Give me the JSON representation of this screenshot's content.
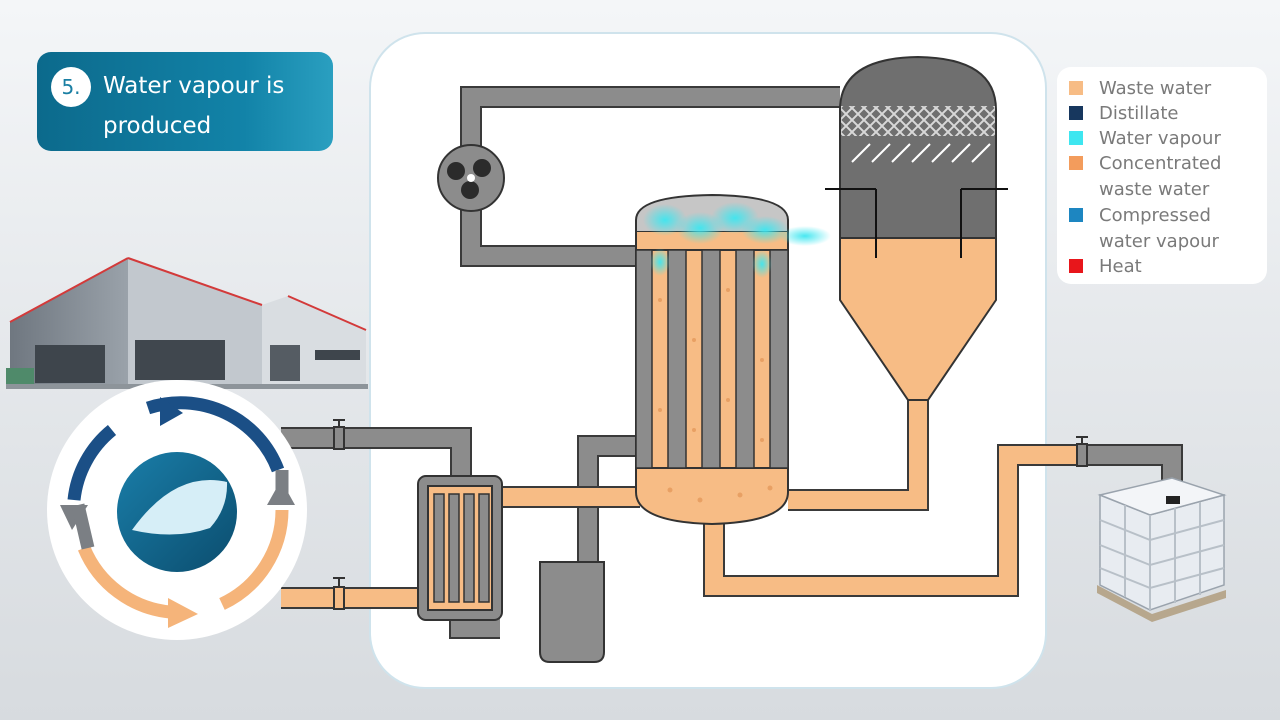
{
  "step": {
    "number": "5.",
    "title": "Water vapour is produced"
  },
  "legend": {
    "items": [
      {
        "label": "Waste water",
        "color": "#f7bc85"
      },
      {
        "label": "Distillate",
        "color": "#17375e"
      },
      {
        "label": "Water vapour",
        "color": "#3ee6f0"
      },
      {
        "label": "Concentrated waste water",
        "color": "#f39c5c"
      },
      {
        "label": "Compressed water vapour",
        "color": "#1d86c1"
      },
      {
        "label": "Heat",
        "color": "#e8161b"
      }
    ]
  },
  "colors": {
    "pipe_grey": "#8c8c8c",
    "pipe_orange": "#f7bc85",
    "vapour": "#3ee6f0",
    "cycle_blue": "#1b4f86",
    "cycle_grey": "#7b7f84",
    "cycle_orange": "#f5b47a",
    "brand_blue": "#0f5f86"
  }
}
